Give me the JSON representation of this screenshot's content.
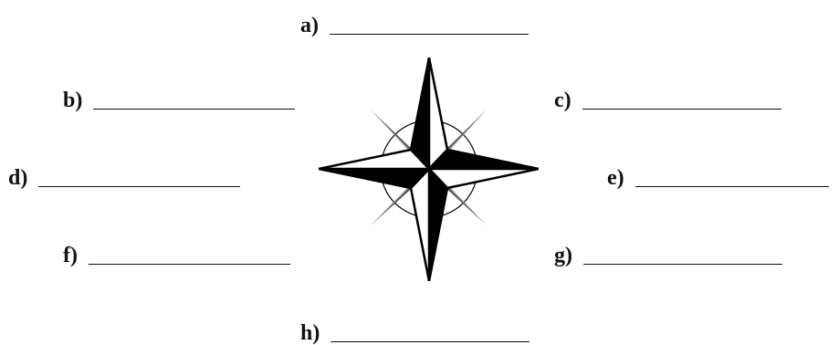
{
  "worksheet": {
    "blanks": [
      {
        "id": "a",
        "label": "a)"
      },
      {
        "id": "b",
        "label": "b)"
      },
      {
        "id": "c",
        "label": "c)"
      },
      {
        "id": "d",
        "label": "d)"
      },
      {
        "id": "e",
        "label": "e)"
      },
      {
        "id": "f",
        "label": "f)"
      },
      {
        "id": "g",
        "label": "g)"
      },
      {
        "id": "h",
        "label": "h)"
      }
    ]
  },
  "compass": {
    "icon": "compass-rose-icon",
    "colors": {
      "main_dark": "#000000",
      "main_light": "#ffffff",
      "diagonal_dark": "#444444",
      "diagonal_light": "#8c8c8c",
      "outline": "#000000"
    }
  }
}
